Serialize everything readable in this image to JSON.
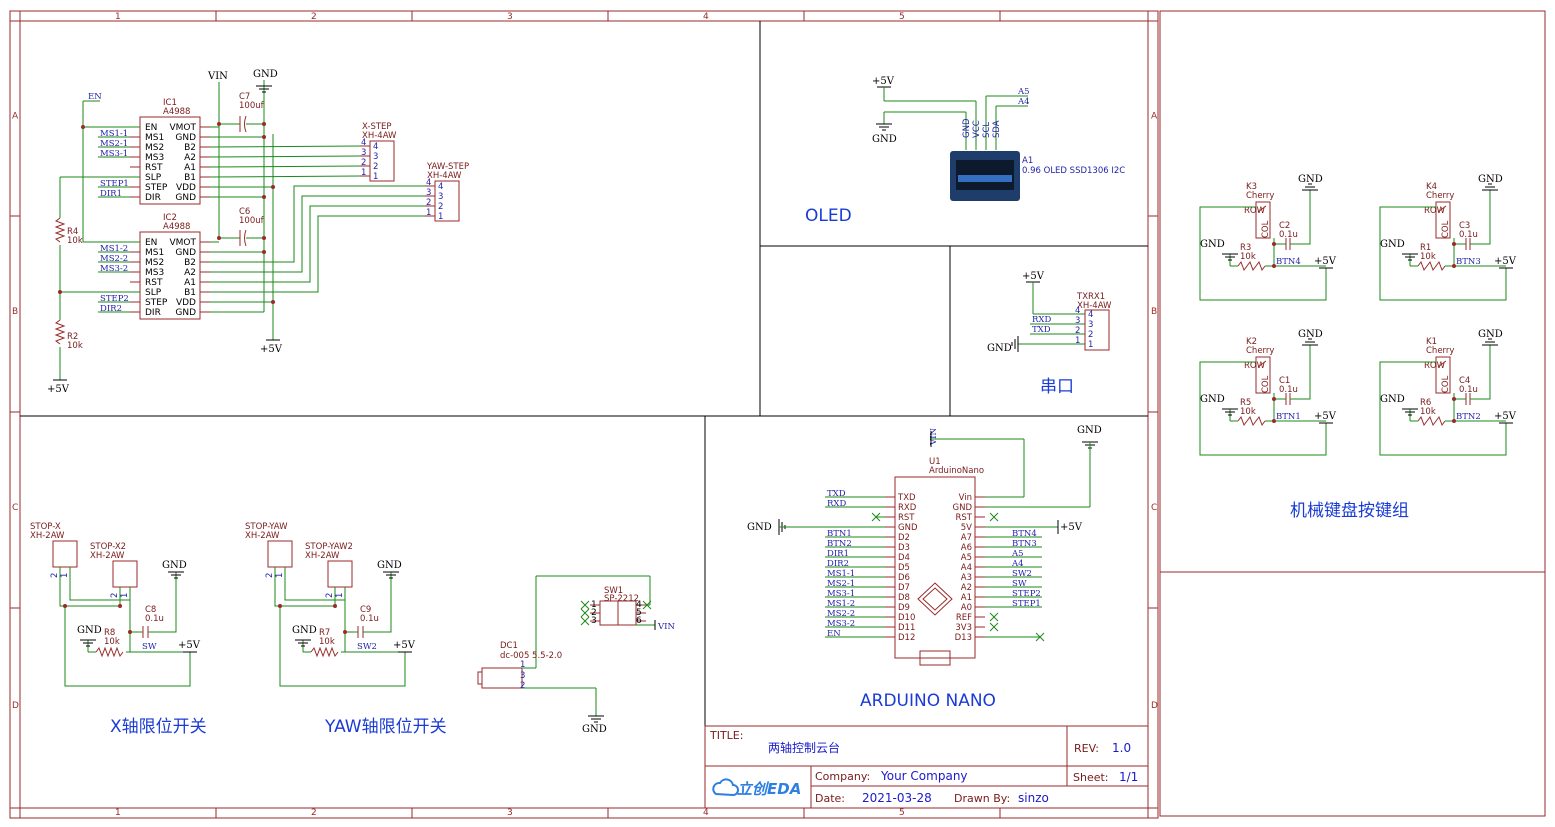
{
  "grid": {
    "columns": [
      "1",
      "2",
      "3",
      "4",
      "5"
    ],
    "rows": [
      "A",
      "B",
      "C",
      "D"
    ]
  },
  "sections": {
    "oled": "OLED",
    "serial": "串口",
    "arduino": "ARDUINO NANO",
    "x_limit": "X轴限位开关",
    "yaw_limit": "YAW轴限位开关",
    "keypad": "机械键盘按键组"
  },
  "title_block": {
    "title_label": "TITLE:",
    "title_value": "两轴控制云台",
    "rev_label": "REV:",
    "rev_value": "1.0",
    "company_label": "Company:",
    "company_value": "Your Company",
    "sheet_label": "Sheet:",
    "sheet_value": "1/1",
    "date_label": "Date:",
    "date_value": "2021-03-28",
    "drawn_label": "Drawn By:",
    "drawn_value": "sinzo",
    "logo_text": "立创EDA"
  },
  "power": {
    "vin": "VIN",
    "gnd": "GND",
    "p5v": "+5V"
  },
  "drivers": [
    {
      "ref": "IC1",
      "value": "A4988",
      "left_pins": [
        "EN",
        "MS1",
        "MS2",
        "MS3",
        "RST",
        "SLP",
        "STEP",
        "DIR"
      ],
      "right_pins": [
        "VMOT",
        "GND",
        "B2",
        "A2",
        "A1",
        "B1",
        "VDD",
        "GND"
      ],
      "nets": [
        "MS1-1",
        "MS2-1",
        "MS3-1",
        "STEP1",
        "DIR1"
      ]
    },
    {
      "ref": "IC2",
      "value": "A4988",
      "left_pins": [
        "EN",
        "MS1",
        "MS2",
        "MS3",
        "RST",
        "SLP",
        "STEP",
        "DIR"
      ],
      "right_pins": [
        "VMOT",
        "GND",
        "B2",
        "A2",
        "A1",
        "B1",
        "VDD",
        "GND"
      ],
      "nets": [
        "MS1-2",
        "MS2-2",
        "MS3-2",
        "STEP2",
        "DIR2"
      ]
    }
  ],
  "en_net": "EN",
  "caps_top": [
    {
      "ref": "C7",
      "value": "100uf"
    },
    {
      "ref": "C6",
      "value": "100uf"
    }
  ],
  "resistors_left": [
    {
      "ref": "R4",
      "value": "10k"
    },
    {
      "ref": "R2",
      "value": "10k"
    }
  ],
  "connectors_step": [
    {
      "ref": "X-STEP",
      "value": "XH-4AW",
      "pins": [
        "4",
        "3",
        "2",
        "1"
      ]
    },
    {
      "ref": "YAW-STEP",
      "value": "XH-4AW",
      "pins": [
        "4",
        "3",
        "2",
        "1"
      ]
    }
  ],
  "oled": {
    "pins": [
      "GND",
      "VCC",
      "SCL",
      "SDA"
    ],
    "nets": [
      "A5",
      "A4"
    ],
    "ref": "A1",
    "value": "0.96 OLED SSD1306 I2C"
  },
  "serial": {
    "ref": "TXRX1",
    "value": "XH-4AW",
    "nets": [
      "RXD",
      "TXD"
    ],
    "pins": [
      "4",
      "3",
      "2",
      "1"
    ]
  },
  "arduino": {
    "ref": "U1",
    "value": "ArduinoNano",
    "left_pins": [
      "TXD",
      "RXD",
      "RST",
      "GND",
      "D2",
      "D3",
      "D4",
      "D5",
      "D6",
      "D7",
      "D8",
      "D9",
      "D10",
      "D11",
      "D12"
    ],
    "right_pins": [
      "Vin",
      "GND",
      "RST",
      "5V",
      "A7",
      "A6",
      "A5",
      "A4",
      "A3",
      "A2",
      "A1",
      "A0",
      "REF",
      "3V3",
      "D13"
    ],
    "left_nets": [
      "TXD",
      "RXD",
      "",
      "",
      "BTN1",
      "BTN2",
      "DIR1",
      "DIR2",
      "MS1-1",
      "MS2-1",
      "MS3-1",
      "MS1-2",
      "MS2-2",
      "MS3-2",
      "EN"
    ],
    "right_nets": [
      "",
      "",
      "",
      "",
      "BTN4",
      "BTN3",
      "A5",
      "A4",
      "SW2",
      "SW",
      "STEP2",
      "STEP1",
      "",
      "",
      ""
    ]
  },
  "limits": [
    {
      "conn1": "STOP-X",
      "conn1_val": "XH-2AW",
      "conn2": "STOP-X2",
      "conn2_val": "XH-2AW",
      "cap": "C8",
      "cap_val": "0.1u",
      "res": "R8",
      "res_val": "10k",
      "net": "SW"
    },
    {
      "conn1": "STOP-YAW",
      "conn1_val": "XH-2AW",
      "conn2": "STOP-YAW2",
      "conn2_val": "XH-2AW",
      "cap": "C9",
      "cap_val": "0.1u",
      "res": "R7",
      "res_val": "10k",
      "net": "SW2"
    }
  ],
  "dc": {
    "ref": "DC1",
    "value": "dc-005 5.5-2.0",
    "pins": [
      "1",
      "3",
      "2"
    ]
  },
  "sw": {
    "ref": "SW1",
    "value": "SP-2212",
    "pins": [
      "1",
      "2",
      "3",
      "4",
      "5",
      "6"
    ],
    "net": "VIN"
  },
  "keys": [
    {
      "ref": "K3",
      "value": "Cherry",
      "cap": "C2",
      "cap_val": "0.1u",
      "res": "R3",
      "res_val": "10k",
      "net": "BTN4"
    },
    {
      "ref": "K4",
      "value": "Cherry",
      "cap": "C3",
      "cap_val": "0.1u",
      "res": "R1",
      "res_val": "10k",
      "net": "BTN3"
    },
    {
      "ref": "K2",
      "value": "Cherry",
      "cap": "C1",
      "cap_val": "0.1u",
      "res": "R5",
      "res_val": "10k",
      "net": "BTN1"
    },
    {
      "ref": "K1",
      "value": "Cherry",
      "cap": "C4",
      "cap_val": "0.1u",
      "res": "R6",
      "res_val": "10k",
      "net": "BTN2"
    }
  ],
  "key_pin_labels": {
    "row": "ROW",
    "col": "COL"
  }
}
